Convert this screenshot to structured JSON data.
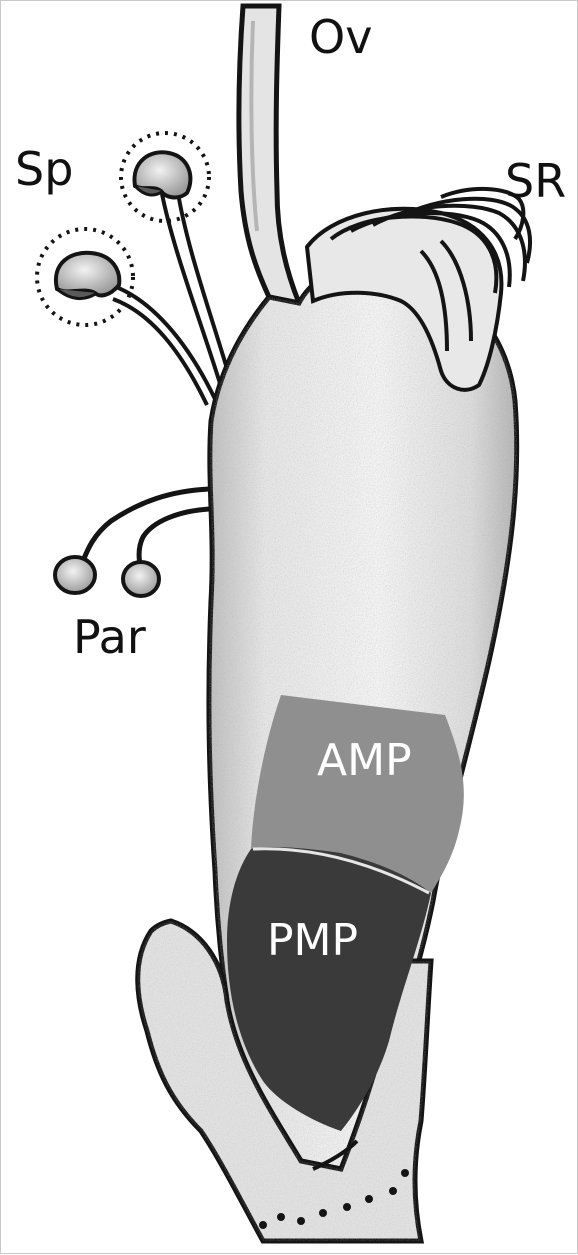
{
  "labels": {
    "ov": "Ov",
    "sp": "Sp",
    "sr": "SR",
    "par": "Par",
    "amp": "AMP",
    "pmp": "PMP"
  },
  "colors": {
    "outline": "#141414",
    "body_fill": "#ececec",
    "shade": "#9a9a9a",
    "amp_region": "#8f8f8f",
    "pmp_region": "#3a3a3a",
    "label_text": "#111111",
    "region_text": "#ffffff"
  }
}
